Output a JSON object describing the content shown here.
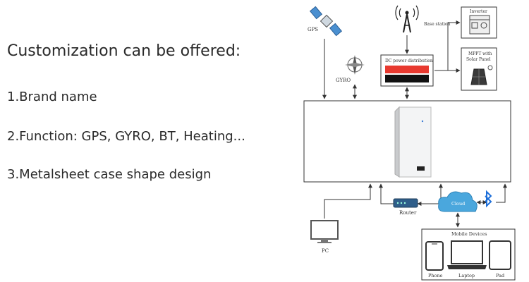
{
  "text": {
    "heading": "Customization can be offered:",
    "items": [
      "1.Brand name",
      "2.Function: GPS, GYRO, BT, Heating...",
      "3.Metalsheet case shape design"
    ]
  },
  "diagram": {
    "gps": "GPS",
    "gyro": "GYRO",
    "base_station": "Base station",
    "dc_power": "DC power distribution",
    "inverter": "Inverter",
    "mppt_line1": "MPPT with",
    "mppt_line2": "Solar Panel",
    "router": "Router",
    "cloud": "Cloud",
    "pc": "PC",
    "mobile_devices": "Mobile Devices",
    "phone": "Phone",
    "laptop": "Laptop",
    "pad": "Pad"
  },
  "colors": {
    "line": "#333333",
    "red_bar": "#e8392f",
    "black_bar": "#111111",
    "cloud": "#4aa7dd",
    "bluetooth": "#1e6fd9",
    "router": "#2f5e8a"
  }
}
